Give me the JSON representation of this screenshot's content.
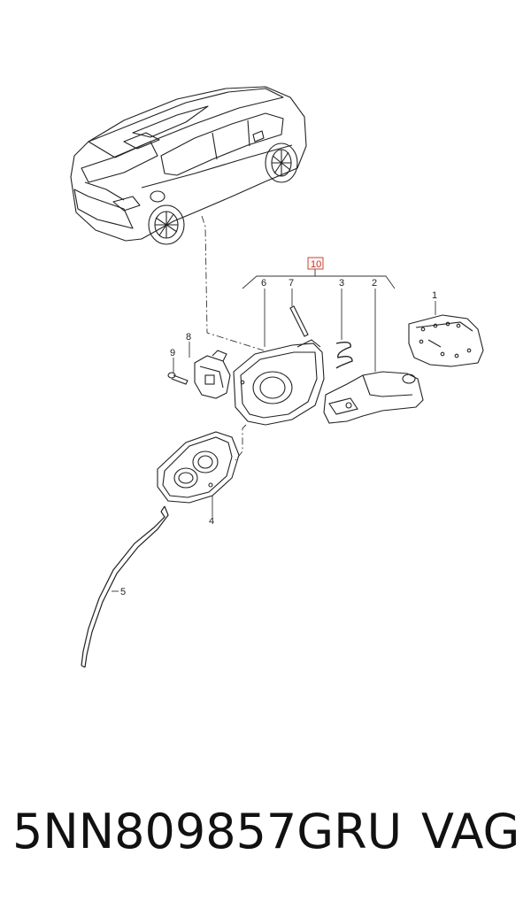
{
  "callouts": {
    "c1": "1",
    "c2": "2",
    "c3": "3",
    "c4": "4",
    "c5": "5",
    "c6": "6",
    "c7": "7",
    "c8": "8",
    "c9": "9",
    "c10": "10"
  },
  "caption": {
    "part_number": "5NN809857GRU",
    "brand": "VAG"
  },
  "colors": {
    "line": "#222222",
    "highlight": "#c0392b"
  }
}
